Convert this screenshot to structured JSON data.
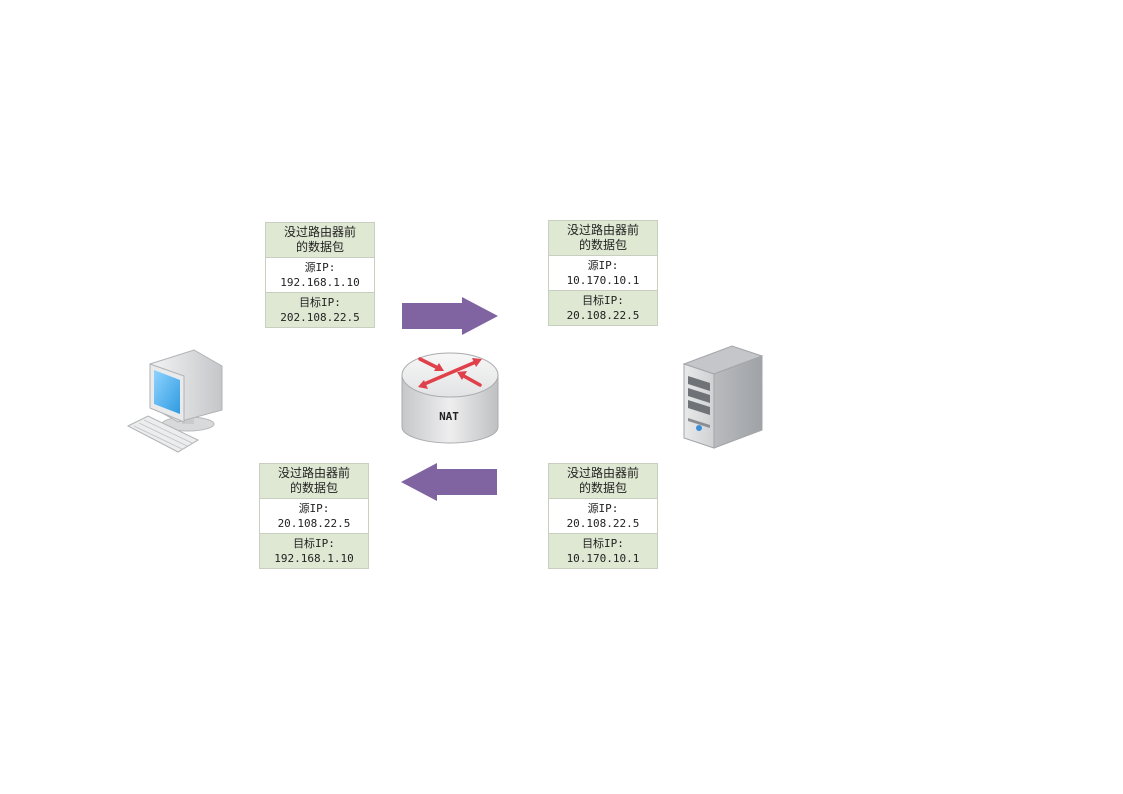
{
  "packets": [
    {
      "title_line1": "没过路由器前",
      "title_line2": "的数据包",
      "src_label": "源IP:",
      "src_ip": "192.168.1.10",
      "dst_label": "目标IP:",
      "dst_ip": "202.108.22.5"
    },
    {
      "title_line1": "没过路由器前",
      "title_line2": "的数据包",
      "src_label": "源IP:",
      "src_ip": "10.170.10.1",
      "dst_label": "目标IP:",
      "dst_ip": "20.108.22.5"
    },
    {
      "title_line1": "没过路由器前",
      "title_line2": "的数据包",
      "src_label": "源IP:",
      "src_ip": "20.108.22.5",
      "dst_label": "目标IP:",
      "dst_ip": "192.168.1.10"
    },
    {
      "title_line1": "没过路由器前",
      "title_line2": "的数据包",
      "src_label": "源IP:",
      "src_ip": "20.108.22.5",
      "dst_label": "目标IP:",
      "dst_ip": "10.170.10.1"
    }
  ],
  "router": {
    "label": "NAT"
  },
  "colors": {
    "arrow": "#8064a2",
    "packet_header": "#dfe8d3",
    "router_arrows": "#e0404a"
  },
  "icons": {
    "client": "desktop-computer-icon",
    "server": "server-tower-icon",
    "router": "nat-router-icon"
  }
}
